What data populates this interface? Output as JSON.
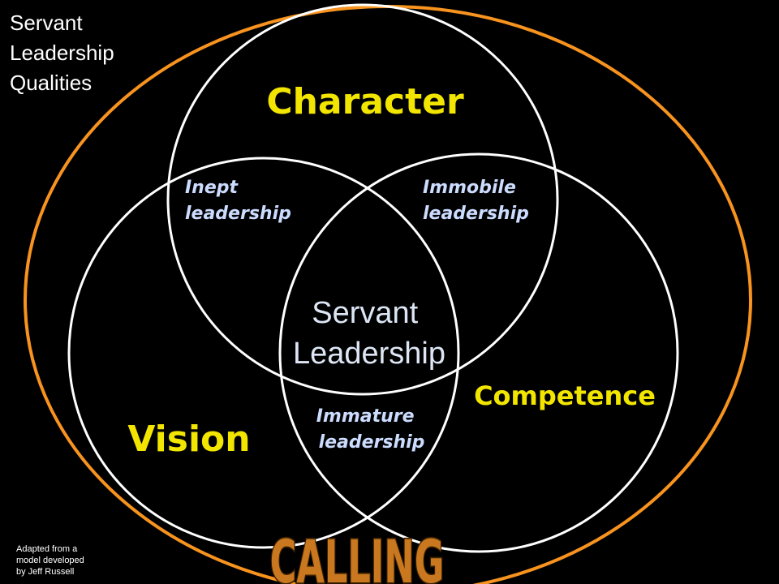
{
  "title_lines": [
    "Servant",
    "Leadership",
    "Qualities"
  ],
  "circles": {
    "character": "Character",
    "vision": "Vision",
    "competence": "Competence"
  },
  "overlaps": {
    "character_vision": [
      "Inept",
      "leadership"
    ],
    "character_competence": [
      "Immobile",
      "leadership"
    ],
    "vision_competence": [
      "Immature",
      "leadership"
    ],
    "center": [
      "Servant",
      "Leadership"
    ]
  },
  "outer_label": "CALLING",
  "credit_lines": [
    "Adapted from a",
    "model developed",
    "by Jeff Russell"
  ],
  "colors": {
    "background": "#000000",
    "circle_stroke": "#ffffff",
    "outer_stroke": "#f7931e",
    "yellow_label": "#f2e600",
    "lead_text": "#ccdcff",
    "center_text": "#dde6f5",
    "white_text": "#ffffff",
    "calling_fill": "#c9781f",
    "calling_stroke": "#3a2000"
  }
}
